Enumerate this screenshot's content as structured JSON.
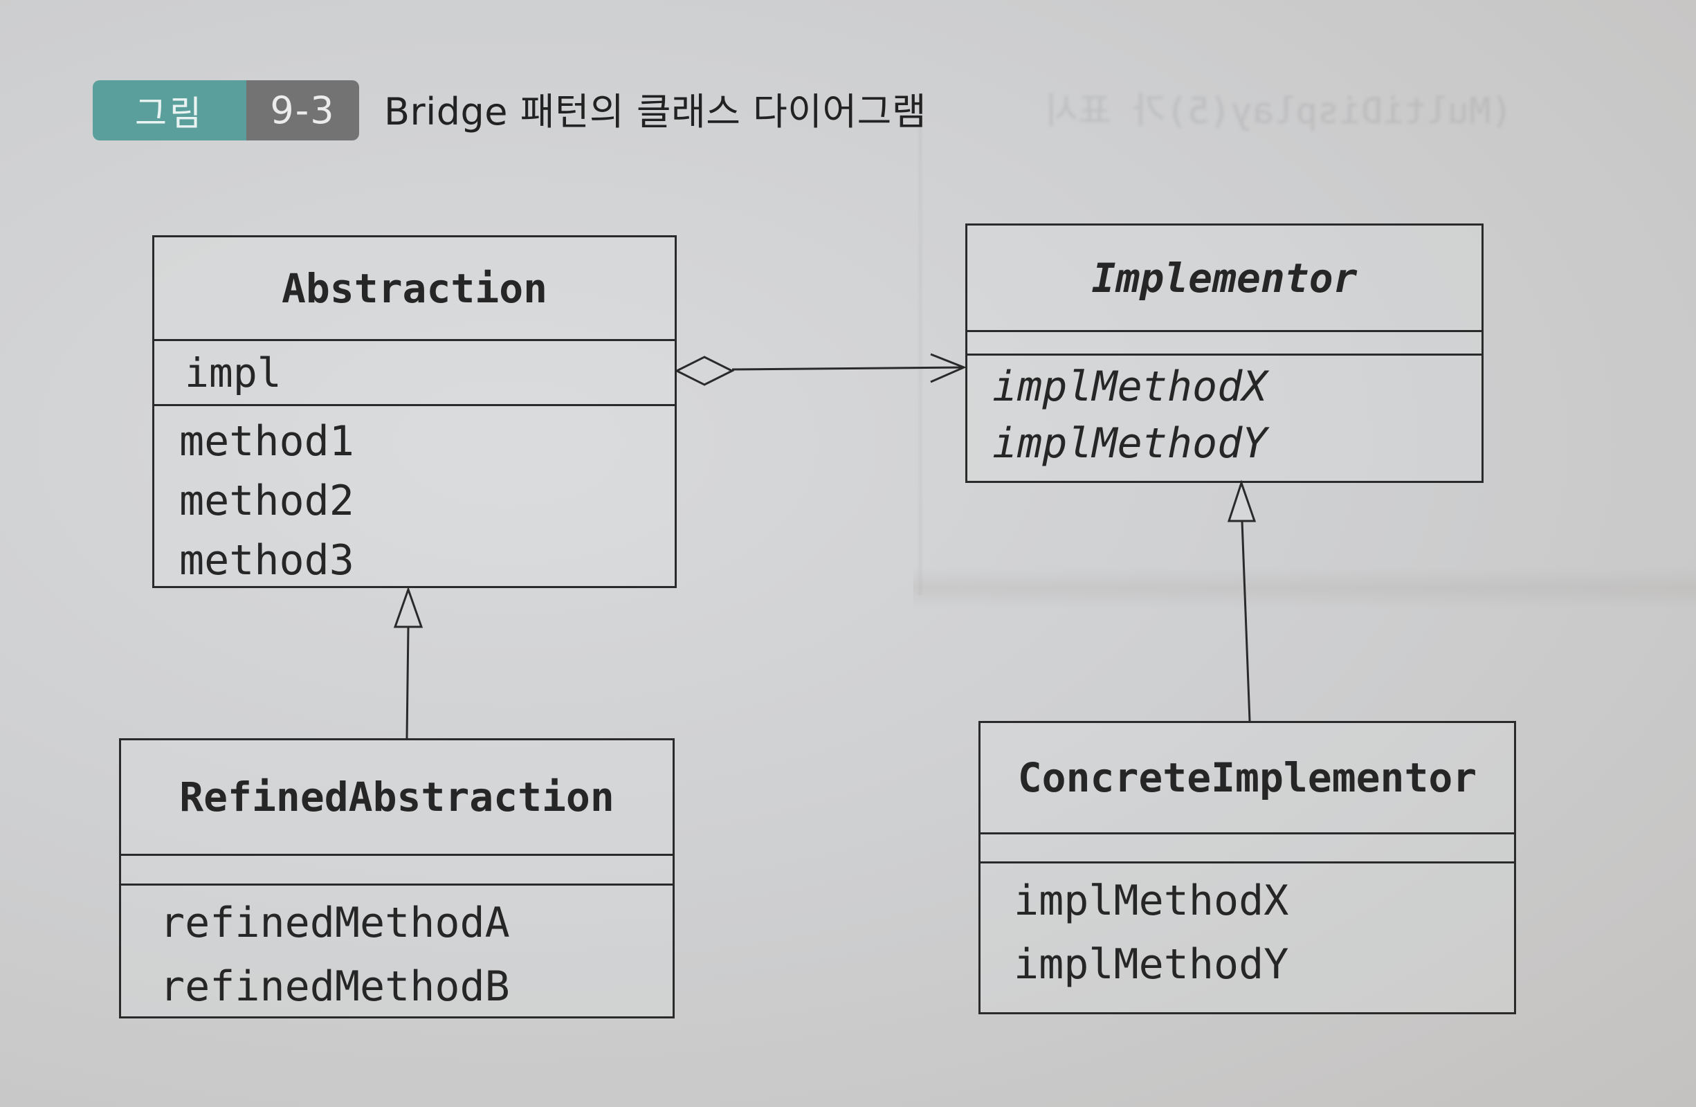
{
  "figure": {
    "label": "그림",
    "number": "9-3",
    "title": "Bridge 패턴의 클래스 다이어그램",
    "badge_colors": {
      "label_bg": "#5a9f9c",
      "number_bg": "#737373"
    }
  },
  "background_bleed_text": "(MultiDisplay(5)가 표시",
  "classes": {
    "abstraction": {
      "name": "Abstraction",
      "abstract": false,
      "attributes": [
        "impl"
      ],
      "operations": [
        "method1",
        "method2",
        "method3"
      ]
    },
    "implementor": {
      "name": "Implementor",
      "abstract": true,
      "attributes": [],
      "operations": [
        "implMethodX",
        "implMethodY"
      ]
    },
    "refined_abstraction": {
      "name": "RefinedAbstraction",
      "abstract": false,
      "attributes": [],
      "operations": [
        "refinedMethodA",
        "refinedMethodB"
      ]
    },
    "concrete_implementor": {
      "name": "ConcreteImplementor",
      "abstract": false,
      "attributes": [],
      "operations": [
        "implMethodX",
        "implMethodY"
      ]
    }
  },
  "relationships": [
    {
      "type": "aggregation",
      "from": "Abstraction",
      "to": "Implementor"
    },
    {
      "type": "generalization",
      "from": "RefinedAbstraction",
      "to": "Abstraction"
    },
    {
      "type": "generalization",
      "from": "ConcreteImplementor",
      "to": "Implementor"
    }
  ]
}
